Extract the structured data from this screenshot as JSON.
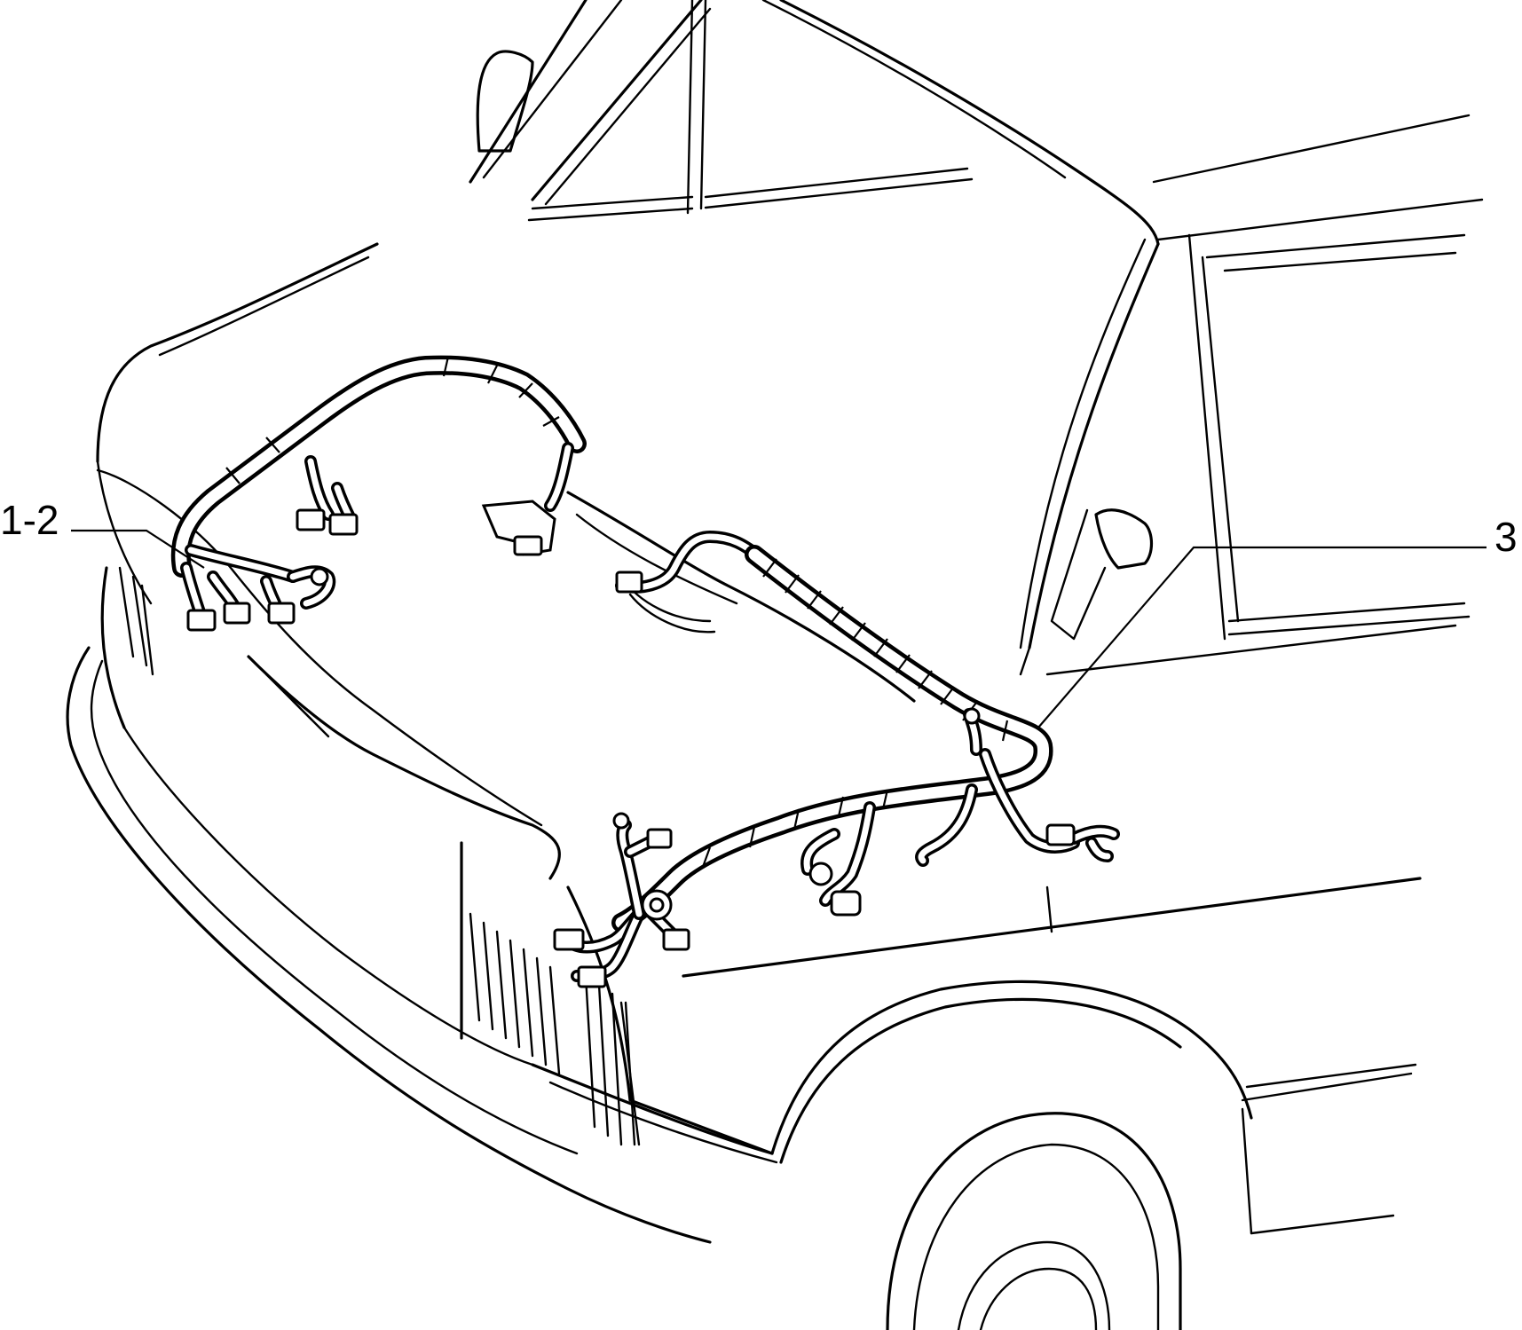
{
  "diagram": {
    "callouts": [
      {
        "id": "callout-1-2",
        "text": "1-2"
      },
      {
        "id": "callout-3",
        "text": "3"
      }
    ]
  }
}
